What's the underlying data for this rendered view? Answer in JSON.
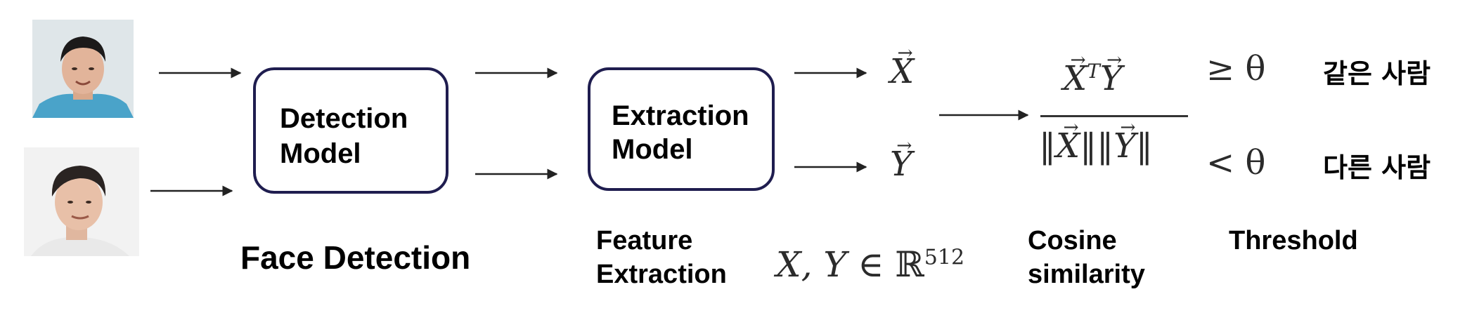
{
  "detection_box": {
    "line1": "Detection",
    "line2": "Model"
  },
  "extraction_box": {
    "line1": "Extraction",
    "line2": "Model"
  },
  "captions": {
    "face_detection": "Face Detection",
    "feature_extraction_1": "Feature",
    "feature_extraction_2": "Extraction",
    "cosine_1": "Cosine",
    "cosine_2": "similarity",
    "threshold": "Threshold"
  },
  "math": {
    "x_vec": "X",
    "y_vec": "Y",
    "domain_lhs": "X, Y ∈ ",
    "domain_set": "ℝ",
    "domain_exp": "512",
    "numerator_x": "X",
    "numerator_t": "T",
    "numerator_y": "Y",
    "denominator_x": "X",
    "denominator_y": "Y",
    "ge_theta": "≥ θ",
    "lt_theta": "< θ"
  },
  "results": {
    "same": "같은 사람",
    "different": "다른 사람"
  },
  "colors": {
    "box_border": "#1f1d4f",
    "arrow": "#222222",
    "math": "#2b2b2b"
  }
}
